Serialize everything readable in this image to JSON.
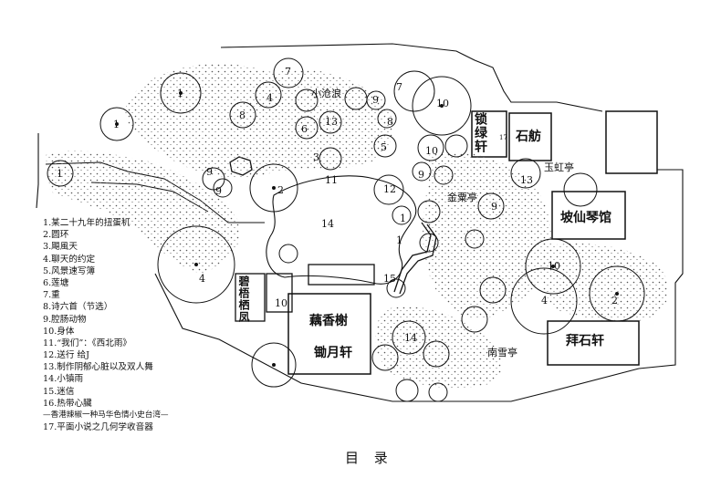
{
  "garden": {
    "pavilions": {
      "suolv": "锁绿轩",
      "shifang": "石舫",
      "yuhong": "玉虹亭",
      "poxian": "坡仙琴馆",
      "baishi": "拜石轩",
      "nanxue": "南雪亭",
      "xiaocanglang": "小沧浪",
      "jinsu": "金粟亭",
      "bifeng": "碧梧栖凤",
      "ouxiang": "藕香榭",
      "yiyue": "锄月轩"
    },
    "plan_numbers": [
      "1",
      "1",
      "1",
      "1",
      "1",
      "2",
      "2",
      "3",
      "4",
      "4",
      "4",
      "5",
      "6",
      "7",
      "7",
      "8",
      "8",
      "9",
      "9",
      "9",
      "9",
      "9",
      "10",
      "10",
      "10",
      "10",
      "11",
      "12",
      "13",
      "13",
      "14",
      "14",
      "15",
      "17"
    ]
  },
  "toc": {
    "items": [
      "1.某二十九年的扭蛋机",
      "2.圆环",
      "3.飓風天",
      "4.聊天的约定",
      "5.风景速写簿",
      "6.莲塘",
      "7.重",
      "8.诗六首（节选）",
      "9.腔肠动物",
      "10.身体",
      "11.“我们”：《西北雨》",
      "12.送行 给J",
      "13.制作阴郁心脏以及双人舞",
      "14.小镇雨",
      "15.迷信",
      "16.热带心臟",
      "—香港辣椒一种马华色情小史台湾—",
      "17.平面小说之几何学收音器"
    ],
    "caption": "目 录"
  },
  "colors": {
    "ink": "#111111",
    "paper": "#ffffff",
    "stipple": "#555555"
  }
}
